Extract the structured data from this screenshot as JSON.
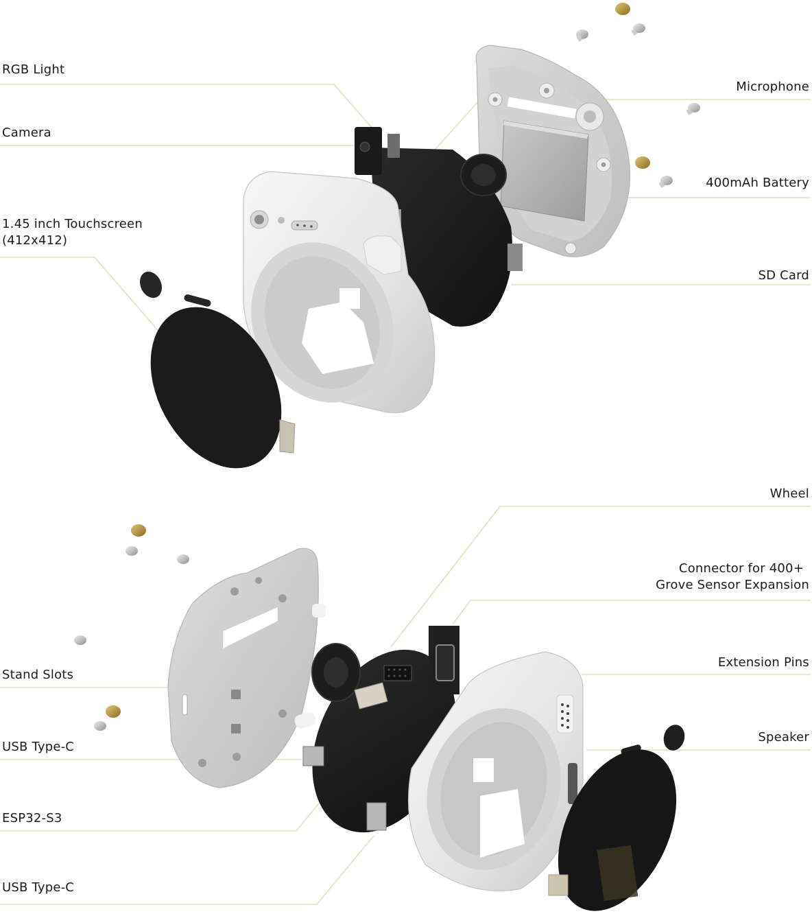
{
  "title": "Exploded view of device components",
  "colors": {
    "background": "#ffffff",
    "leader_line": "#d9e6b8",
    "label_text": "#1b1b1b",
    "housing": "#e6e6e6",
    "pcb": "#1c1c1c",
    "brass": "#b8953a"
  },
  "top_view": {
    "labels_left": [
      {
        "id": "rgb-light",
        "text": "RGB Light"
      },
      {
        "id": "camera",
        "text": "Camera"
      },
      {
        "id": "touchscreen",
        "line1": "1.45 inch Touchscreen",
        "line2": "(412x412)"
      }
    ],
    "labels_right": [
      {
        "id": "microphone",
        "text": "Microphone"
      },
      {
        "id": "battery",
        "text": "400mAh Battery"
      },
      {
        "id": "sd-card",
        "text": "SD Card"
      }
    ]
  },
  "bottom_view": {
    "labels_left": [
      {
        "id": "stand-slots",
        "text": "Stand Slots"
      },
      {
        "id": "usb-type-c-1",
        "text": "USB Type-C"
      },
      {
        "id": "esp32-s3",
        "text": "ESP32-S3"
      },
      {
        "id": "usb-type-c-2",
        "text": "USB Type-C"
      }
    ],
    "labels_right": [
      {
        "id": "wheel",
        "text": "Wheel"
      },
      {
        "id": "grove-connector",
        "line1": "Connector for 400+",
        "line2": "Grove Sensor Expansion"
      },
      {
        "id": "extension-pins",
        "text": "Extension Pins"
      },
      {
        "id": "speaker",
        "text": "Speaker"
      }
    ]
  }
}
